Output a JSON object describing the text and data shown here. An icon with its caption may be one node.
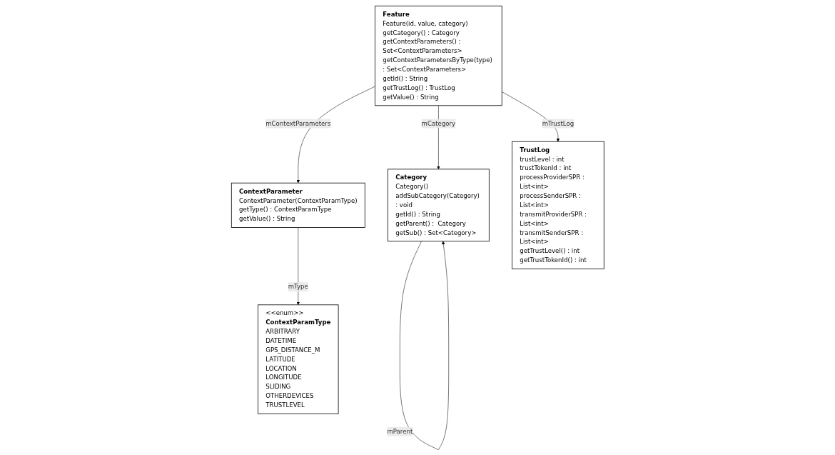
{
  "diagram": {
    "nodes": [
      {
        "text": [
          "Feature",
          "Feature(id, value, category)",
          "getCategory() : Category",
          "getContextParameters() : Set<ContextParameters>",
          "getContextParametersByType(type) : Set<ContextParameters>",
          "getId() : String",
          "getTrustLog() : TrustLog",
          "getValue() : String"
        ]
      },
      {
        "text": [
          "ContextParameter",
          "ContextParameter(ContextParamType)",
          "getType() : ContextParamType",
          "getValue() : String"
        ]
      },
      {
        "text": [
          "Category",
          "Category()",
          "addSubCategory(Category) : void",
          "getId() : String",
          "getParent() :  Category",
          "getSub() : Set<Category>"
        ]
      },
      {
        "text": [
          "TrustLog",
          "trustLevel : int",
          "trustTokenId : int",
          "processProviderSPR : List<int>",
          "processSenderSPR : List<int>",
          "transmitProviderSPR : List<int>",
          "transmitSenderSPR : List<int>",
          "getTrustLevel() : int",
          "getTrustTokenId() : int"
        ]
      },
      {
        "text": [
          "<<enum>>",
          "ContextParamType",
          "ARBITRARY",
          "DATETIME",
          "GPS_DISTANCE_M",
          "LATITUDE",
          "LOCATION",
          "LONGITUDE",
          "SLIDING",
          "OTHERDEVICES",
          "TRUSTLEVEL"
        ]
      }
    ],
    "edges": [
      {
        "from": 0,
        "to": 1,
        "arrow": "to",
        "label": "mContextParameters"
      },
      {
        "from": 0,
        "to": 2,
        "arrow": "to",
        "label": "mCategory"
      },
      {
        "from": 0,
        "to": 3,
        "arrow": "to",
        "label": "mTrustLog"
      },
      {
        "from": 1,
        "to": 4,
        "arrow": "to",
        "label": "mType"
      },
      {
        "from": 2,
        "to": 2,
        "arrow": "to",
        "label": "mParent"
      }
    ]
  }
}
